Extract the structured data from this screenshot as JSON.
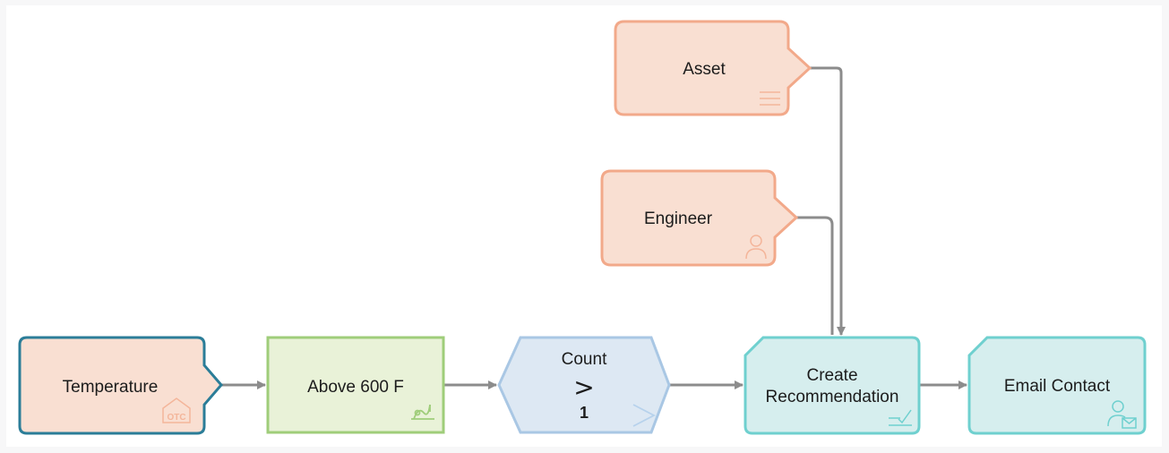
{
  "nodes": {
    "asset": {
      "label": "Asset",
      "icon": "list-icon"
    },
    "engineer": {
      "label": "Engineer",
      "icon": "person-icon"
    },
    "temperature": {
      "label": "Temperature",
      "icon": "otc-tag-icon",
      "icon_text": "OTC"
    },
    "above600": {
      "label": "Above 600 F",
      "icon": "threshold-icon"
    },
    "count": {
      "label": "Count",
      "operator": ">",
      "value": "1",
      "icon": "chevron-right-icon"
    },
    "create_rec": {
      "label_line1": "Create",
      "label_line2": "Recommendation",
      "icon": "checklist-icon"
    },
    "email": {
      "label": "Email Contact",
      "icon": "person-mail-icon"
    }
  },
  "colors": {
    "input_fill": "#f9dfd2",
    "input_stroke": "#f2a98a",
    "selected_stroke": "#2b7d98",
    "condition_fill": "#e9f2d8",
    "condition_stroke": "#9fcd7a",
    "count_fill": "#dde8f3",
    "count_stroke": "#a9c7e4",
    "action_fill": "#d6eeee",
    "action_stroke": "#6fd0cf",
    "connector": "#8c8c8c"
  }
}
